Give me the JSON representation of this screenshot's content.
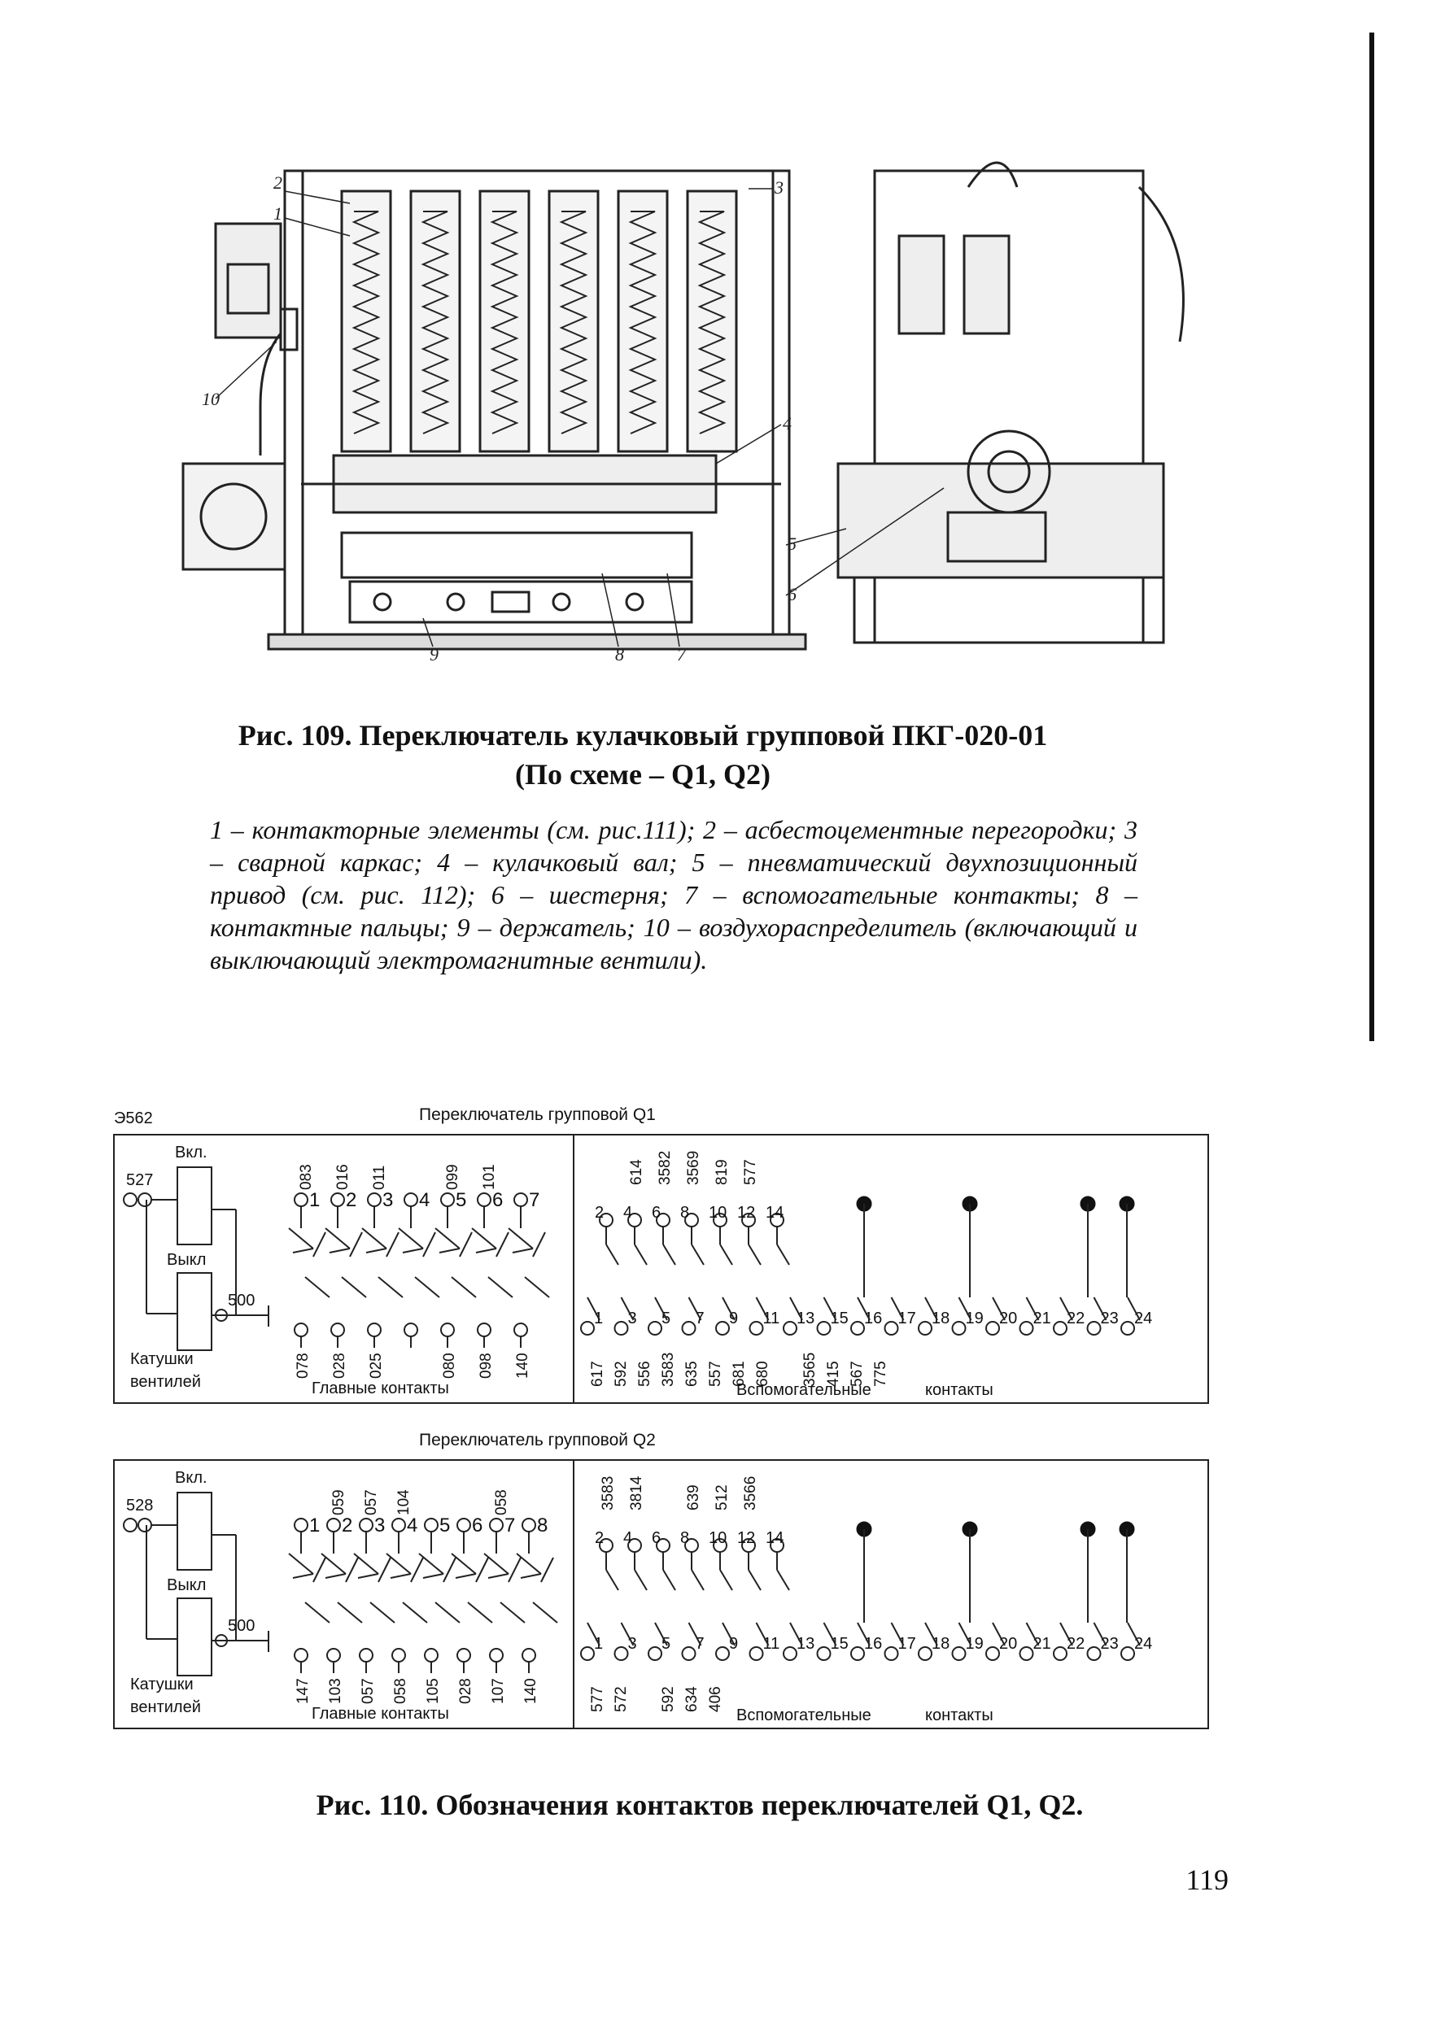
{
  "figure109": {
    "caption_line1": "Рис. 109. Переключатель кулачковый групповой ПКГ-020-01",
    "caption_line2": "(По схеме – Q1, Q2)",
    "callouts": [
      "1",
      "2",
      "3",
      "4",
      "5",
      "6",
      "7",
      "8",
      "9",
      "10"
    ],
    "legend": "1 – контакторные элементы (см. рис.111); 2 – асбестоцементные перегородки; 3 – сварной каркас; 4 – кулачковый вал; 5 – пневматический двухпозиционный привод (см. рис. 112); 6 – шестерня; 7 – вспомогательные контакты; 8 – контактные пальцы; 9 – держатель; 10 – воздухораспределитель (включающий и выключающий электромагнитные вентили)."
  },
  "diagrams": [
    {
      "title": "Переключатель групповой Q1",
      "corner_label": "Э562",
      "on_label": "Вкл.",
      "off_label": "Выкл",
      "input_wire": "527",
      "common_wire": "500",
      "coils_label": [
        "Катушки",
        "вентилей"
      ],
      "main_label": "Главные контакты",
      "aux_label": [
        "Вспомогательные",
        "контакты"
      ],
      "main_top": [
        "083",
        "016",
        "011",
        "",
        "099",
        "101",
        ""
      ],
      "main_nums": [
        "1",
        "2",
        "3",
        "4",
        "5",
        "6",
        "7"
      ],
      "main_bottom": [
        "078",
        "028",
        "025",
        "",
        "080",
        "098",
        "140"
      ],
      "aux_top": [
        "",
        "614",
        "3582",
        "3569",
        "819",
        "577",
        "",
        ""
      ],
      "aux_top_nums": [
        "2",
        "4",
        "6",
        "8",
        "10",
        "12",
        "14"
      ],
      "aux_bottom_nums": [
        "1",
        "3",
        "5",
        "7",
        "9",
        "11",
        "13",
        "15",
        "16",
        "17",
        "18",
        "19",
        "20",
        "21",
        "22",
        "23",
        "24"
      ],
      "aux_bottom": [
        "617",
        "592",
        "556",
        "3583",
        "635",
        "557",
        "681",
        "680",
        "",
        "3565",
        "415",
        "567",
        "775"
      ]
    },
    {
      "title": "Переключатель групповой Q2",
      "corner_label": "",
      "on_label": "Вкл.",
      "off_label": "Выкл",
      "input_wire": "528",
      "common_wire": "500",
      "coils_label": [
        "Катушки",
        "вентилей"
      ],
      "main_label": "Главные контакты",
      "aux_label": [
        "Вспомогательные",
        "контакты"
      ],
      "main_top": [
        "",
        "059",
        "057",
        "104",
        "",
        "",
        "058",
        ""
      ],
      "main_nums": [
        "1",
        "2",
        "3",
        "4",
        "5",
        "6",
        "7",
        "8"
      ],
      "main_bottom": [
        "147",
        "103",
        "057",
        "058",
        "105",
        "028",
        "107",
        "140"
      ],
      "aux_top": [
        "3583",
        "3814",
        "",
        "639",
        "512",
        "3566",
        ""
      ],
      "aux_top_nums": [
        "2",
        "4",
        "6",
        "8",
        "10",
        "12",
        "14"
      ],
      "aux_bottom_nums": [
        "1",
        "3",
        "5",
        "7",
        "9",
        "11",
        "13",
        "15",
        "16",
        "17",
        "18",
        "19",
        "20",
        "21",
        "22",
        "23",
        "24"
      ],
      "aux_bottom": [
        "577",
        "572",
        "",
        "592",
        "634",
        "406"
      ]
    }
  ],
  "figure110": {
    "caption": "Рис. 110. Обозначения контактов переключателей Q1, Q2."
  },
  "page_number": "119"
}
